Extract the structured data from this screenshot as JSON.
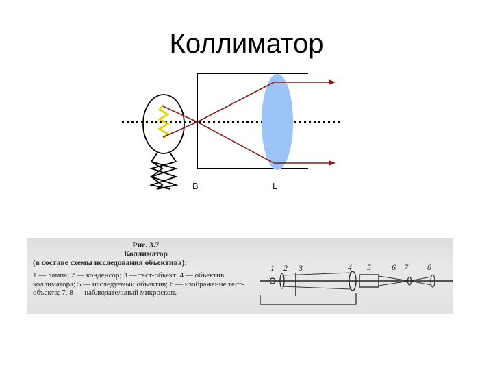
{
  "slide": {
    "title": "Коллиматор"
  },
  "diagram": {
    "labels": {
      "aperture": "B",
      "lens": "L"
    },
    "colors": {
      "ray": "#8b1a1a",
      "lens": "#9cc3f5",
      "outline": "#000000"
    }
  },
  "figure": {
    "number": "Рис. 3.7",
    "title": "Коллиматор",
    "context": "(в составе схемы исследования объектива):",
    "legend": "1 — лампа; 2 — конденсор; 3 — тест-объект; 4 — объектив коллиматора; 5 — исследуемый объектив; 6 — изображение тест-объекта; 7, 8 — наблюдательный микроскоп.",
    "numbers": [
      "1",
      "2",
      "3",
      "4",
      "5",
      "6",
      "7",
      "8"
    ]
  }
}
